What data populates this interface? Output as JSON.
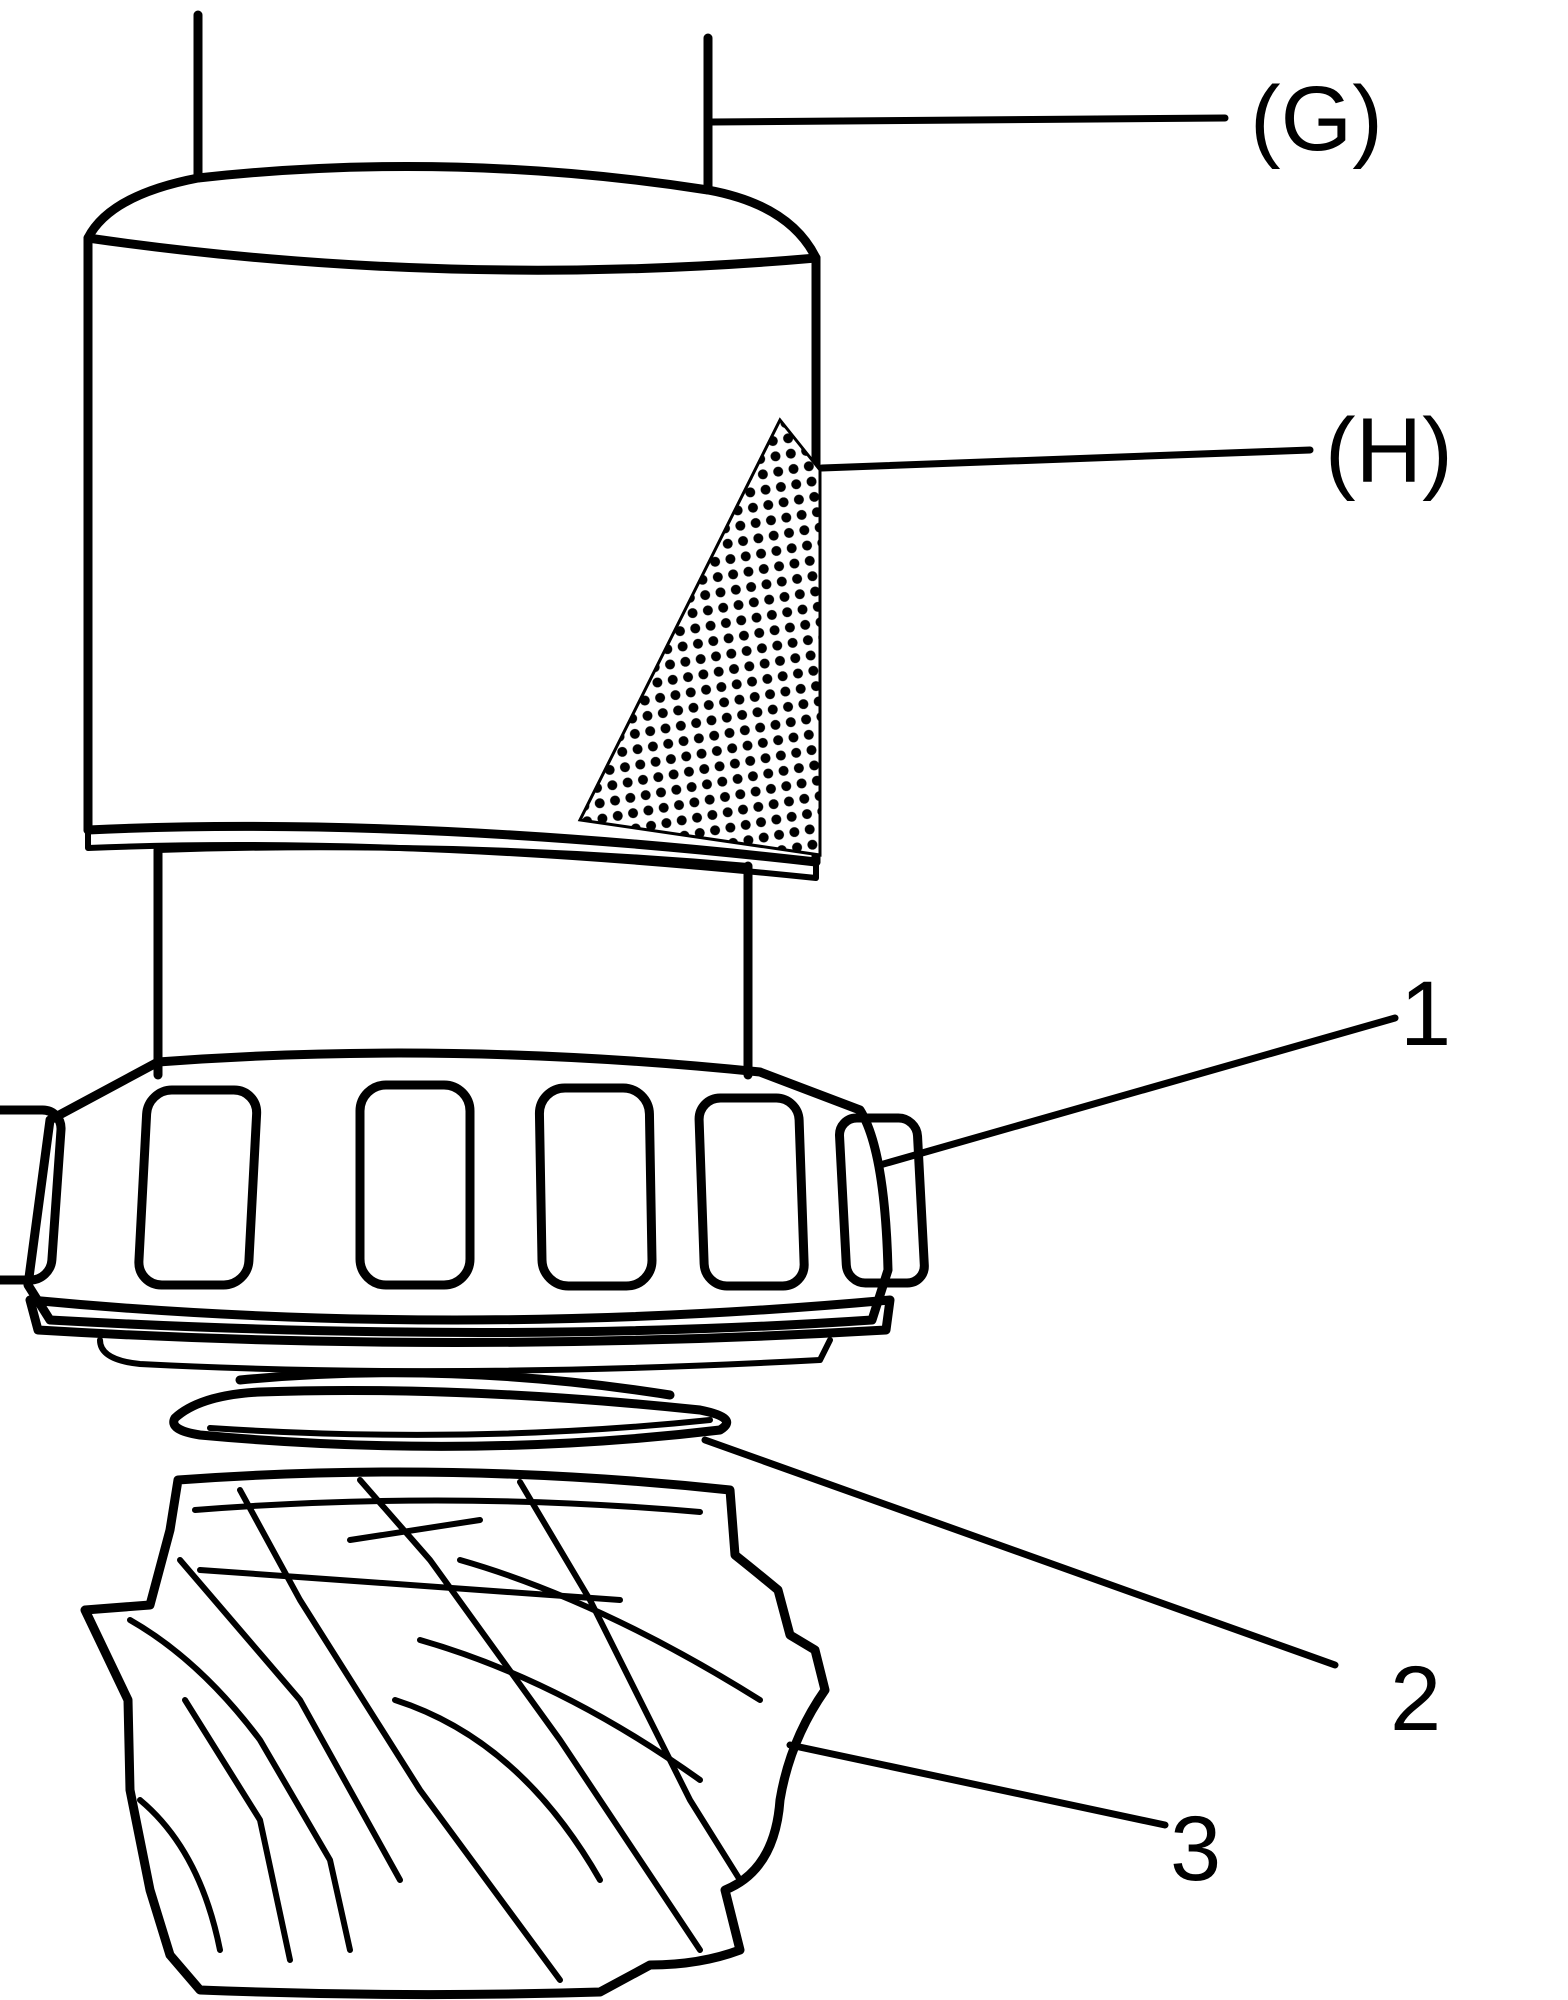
{
  "labels": {
    "G": "(G)",
    "H": "(H)",
    "n1": "1",
    "n2": "2",
    "n3": "3"
  },
  "colors": {
    "ink": "#000000",
    "paper": "#ffffff"
  }
}
